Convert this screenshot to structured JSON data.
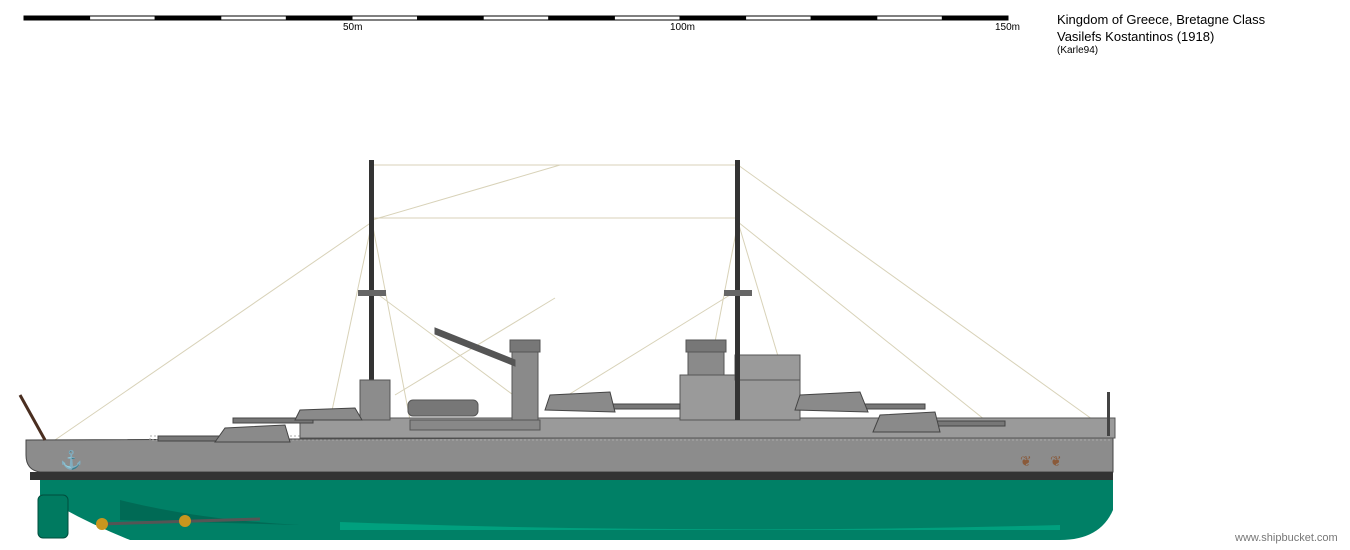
{
  "title": {
    "line1": "Kingdom of Greece, Bretagne Class",
    "line2": "Vasilefs Kostantinos (1918)",
    "author": "(Karle94)"
  },
  "scale": {
    "labels": [
      "50m",
      "100m",
      "150m"
    ],
    "total_m": 150,
    "segment_m": 10
  },
  "watermark": "www.shipbucket.com",
  "colors": {
    "hull_gray": "#8c8c8c",
    "superstructure_gray": "#9a9a9a",
    "boot_topping": "#333333",
    "underwater_green": "#008066",
    "rigging": "#d8d2b8"
  }
}
